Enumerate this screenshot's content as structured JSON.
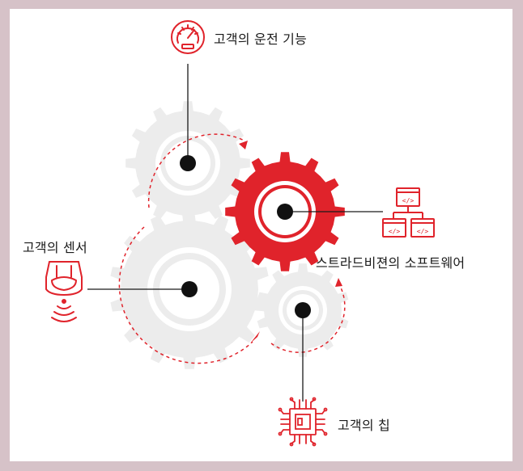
{
  "labels": {
    "driving": "고객의 운전 기능",
    "sensor": "고객의 센서",
    "software": "스트라드비젼의 소프트웨어",
    "chip": "고객의 칩"
  },
  "colors": {
    "accent": "#e0232b",
    "gear_gray": "#ececec",
    "line": "#1a1a1a"
  },
  "icons": {
    "driving": "speedometer-icon",
    "sensor": "camera-sensor-icon",
    "software": "code-window-network-icon",
    "chip": "processor-chip-icon"
  }
}
